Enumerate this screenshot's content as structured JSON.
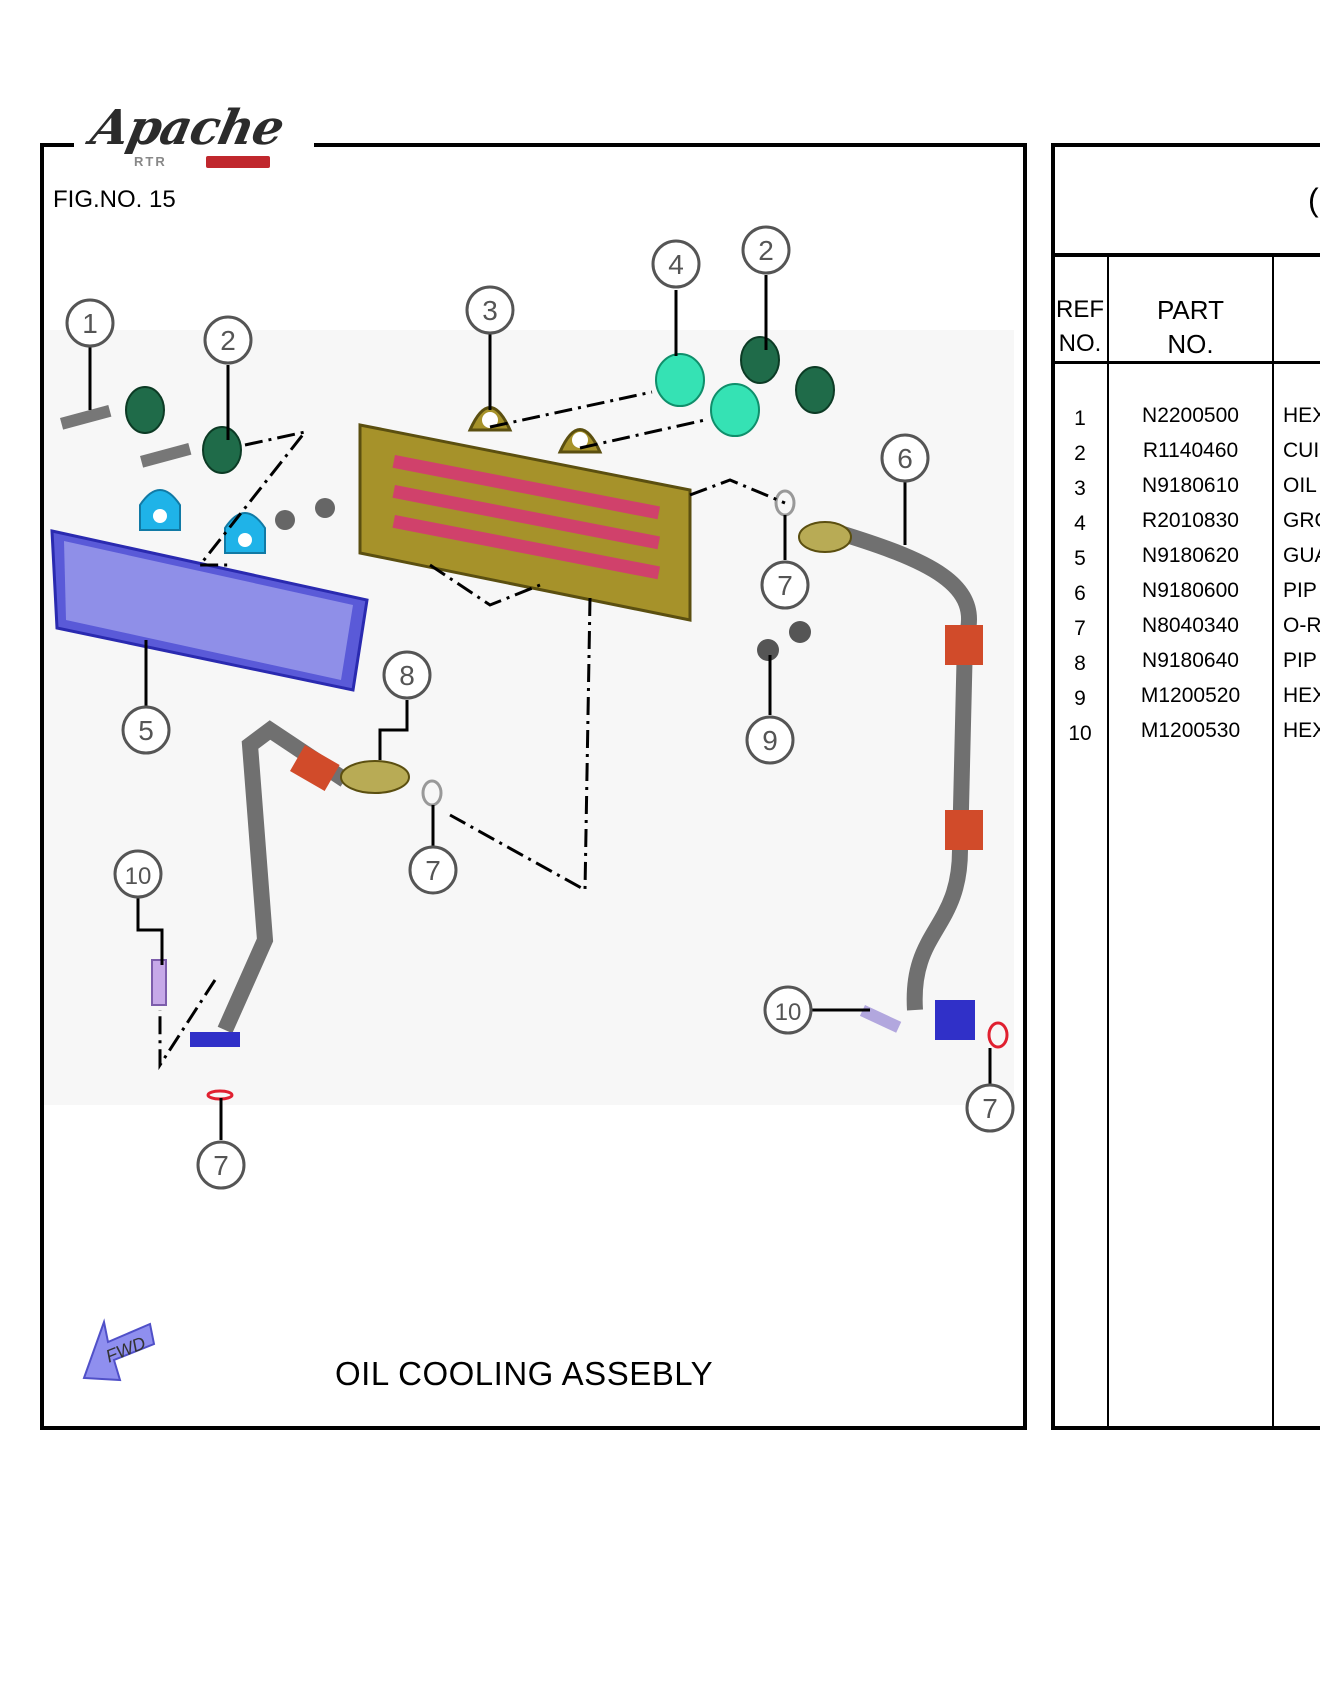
{
  "logo": {
    "brand": "Apache",
    "sub": "RTR"
  },
  "figure": {
    "fig_no": "FIG.NO. 15",
    "caption": "OIL COOLING ASSEBLY",
    "fwd_label": "FWD",
    "callouts": [
      "1",
      "2",
      "2",
      "3",
      "4",
      "5",
      "6",
      "7",
      "7",
      "7",
      "7",
      "8",
      "9",
      "10",
      "10"
    ]
  },
  "table": {
    "header_cut": "(",
    "ref_header_1": "REF",
    "ref_header_2": "NO.",
    "part_header_1": "PART",
    "part_header_2": "NO.",
    "rows": [
      {
        "ref": "1",
        "part": "N2200500",
        "desc": "HEX"
      },
      {
        "ref": "2",
        "part": "R1140460",
        "desc": "CUI"
      },
      {
        "ref": "3",
        "part": "N9180610",
        "desc": "OIL"
      },
      {
        "ref": "4",
        "part": "R2010830",
        "desc": "GRO"
      },
      {
        "ref": "5",
        "part": "N9180620",
        "desc": "GUA"
      },
      {
        "ref": "6",
        "part": "N9180600",
        "desc": "PIP"
      },
      {
        "ref": "7",
        "part": "N8040340",
        "desc": "O-R"
      },
      {
        "ref": "8",
        "part": "N9180640",
        "desc": "PIP"
      },
      {
        "ref": "9",
        "part": "M1200520",
        "desc": "HEX"
      },
      {
        "ref": "10",
        "part": "M1200530",
        "desc": "HEX"
      }
    ]
  }
}
